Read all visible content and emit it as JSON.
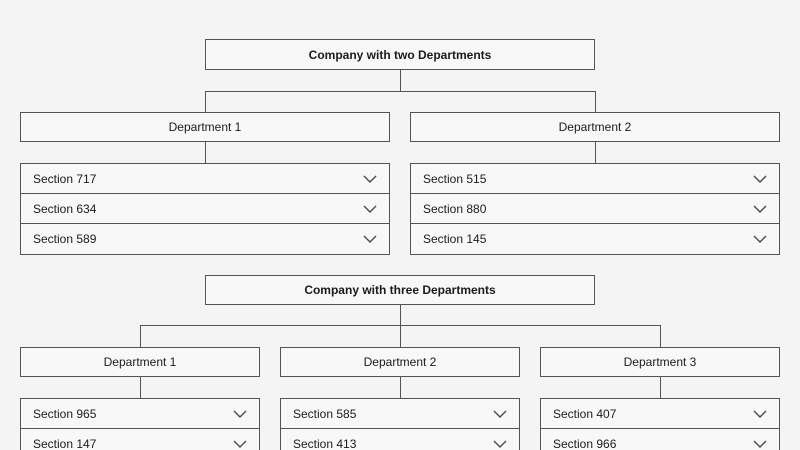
{
  "colors": {
    "background": "#f4f4f4",
    "box_fill": "#f8f8f8",
    "border": "#545454",
    "text": "#1b1b1b",
    "chevron": "#4a4a4a"
  },
  "icons": {
    "section_toggle": "chevron-down"
  },
  "charts": [
    {
      "company": "Company with two Departments",
      "departments": [
        {
          "label": "Department 1",
          "sections": [
            "Section 717",
            "Section 634",
            "Section 589"
          ]
        },
        {
          "label": "Department 2",
          "sections": [
            "Section 515",
            "Section 880",
            "Section 145"
          ]
        }
      ]
    },
    {
      "company": "Company with three Departments",
      "departments": [
        {
          "label": "Department 1",
          "sections": [
            "Section 965",
            "Section 147"
          ]
        },
        {
          "label": "Department 2",
          "sections": [
            "Section 585",
            "Section 413"
          ]
        },
        {
          "label": "Department 3",
          "sections": [
            "Section 407",
            "Section 966"
          ]
        }
      ]
    }
  ]
}
